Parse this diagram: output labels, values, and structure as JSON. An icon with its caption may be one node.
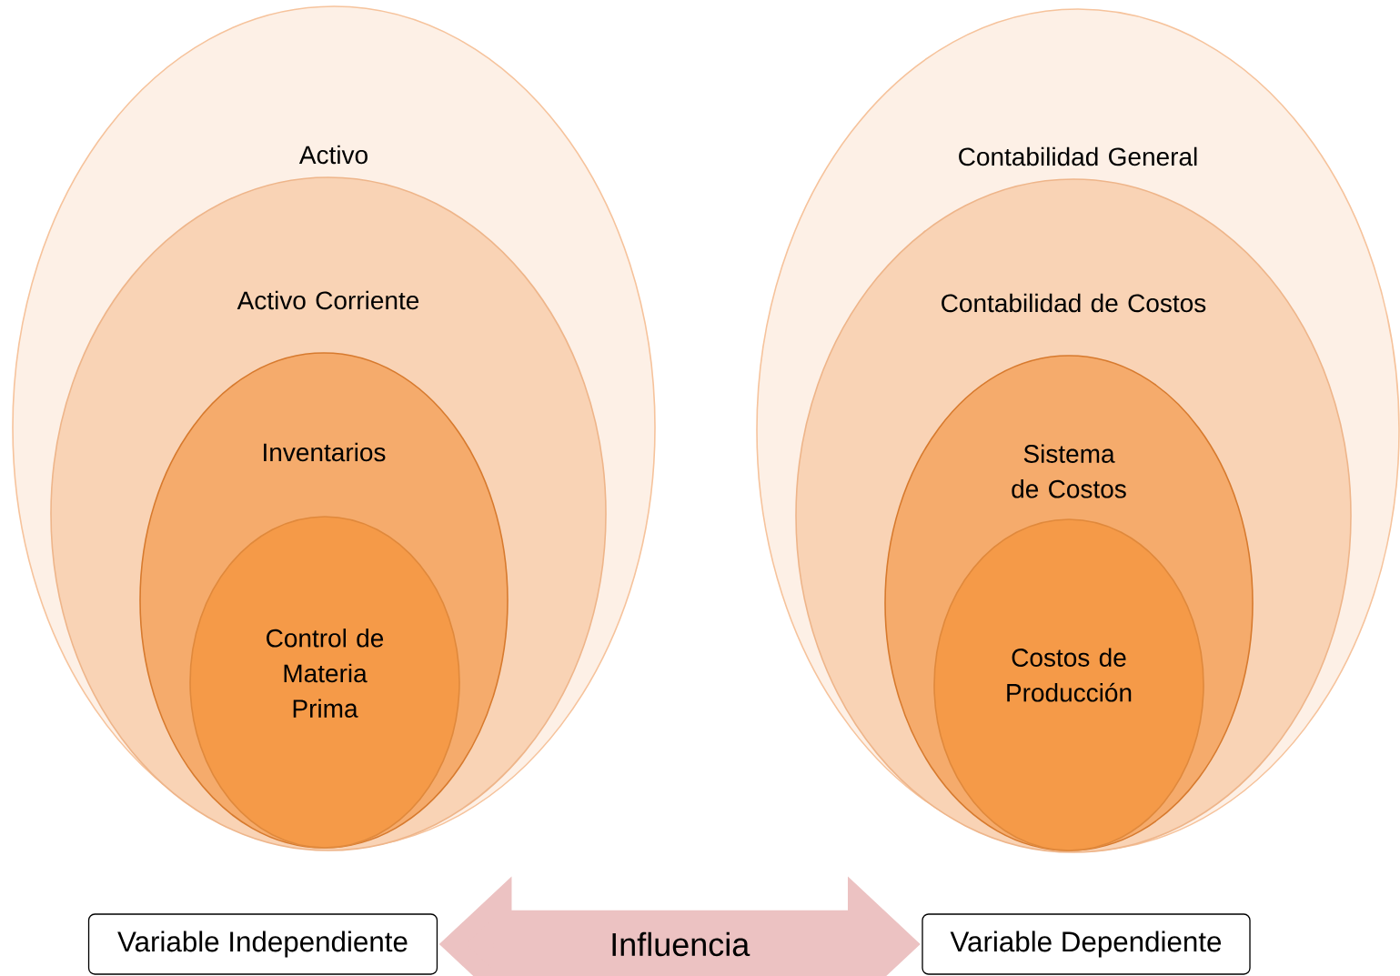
{
  "diagram": {
    "nodes": [
      {
        "text": [
          "Activo"
        ]
      },
      {
        "text": [
          "Activo Corriente"
        ],
        "in": 0
      },
      {
        "text": [
          "Inventarios"
        ],
        "in": 1
      },
      {
        "text": [
          "Control de Materia Prima"
        ],
        "in": 2
      },
      {
        "text": [
          "Contabilidad General"
        ]
      },
      {
        "text": [
          "Contabilidad de Costos"
        ],
        "in": 4
      },
      {
        "text": [
          "Sistema de Costos"
        ],
        "in": 5
      },
      {
        "text": [
          "Costos de Producción"
        ],
        "in": 6
      },
      {
        "text": [
          "Variable Independiente"
        ]
      },
      {
        "text": [
          "Variable Dependiente"
        ]
      }
    ],
    "edges": [
      {
        "from": 8,
        "to": 9,
        "arrow": "both",
        "label": "Influencia"
      }
    ]
  }
}
